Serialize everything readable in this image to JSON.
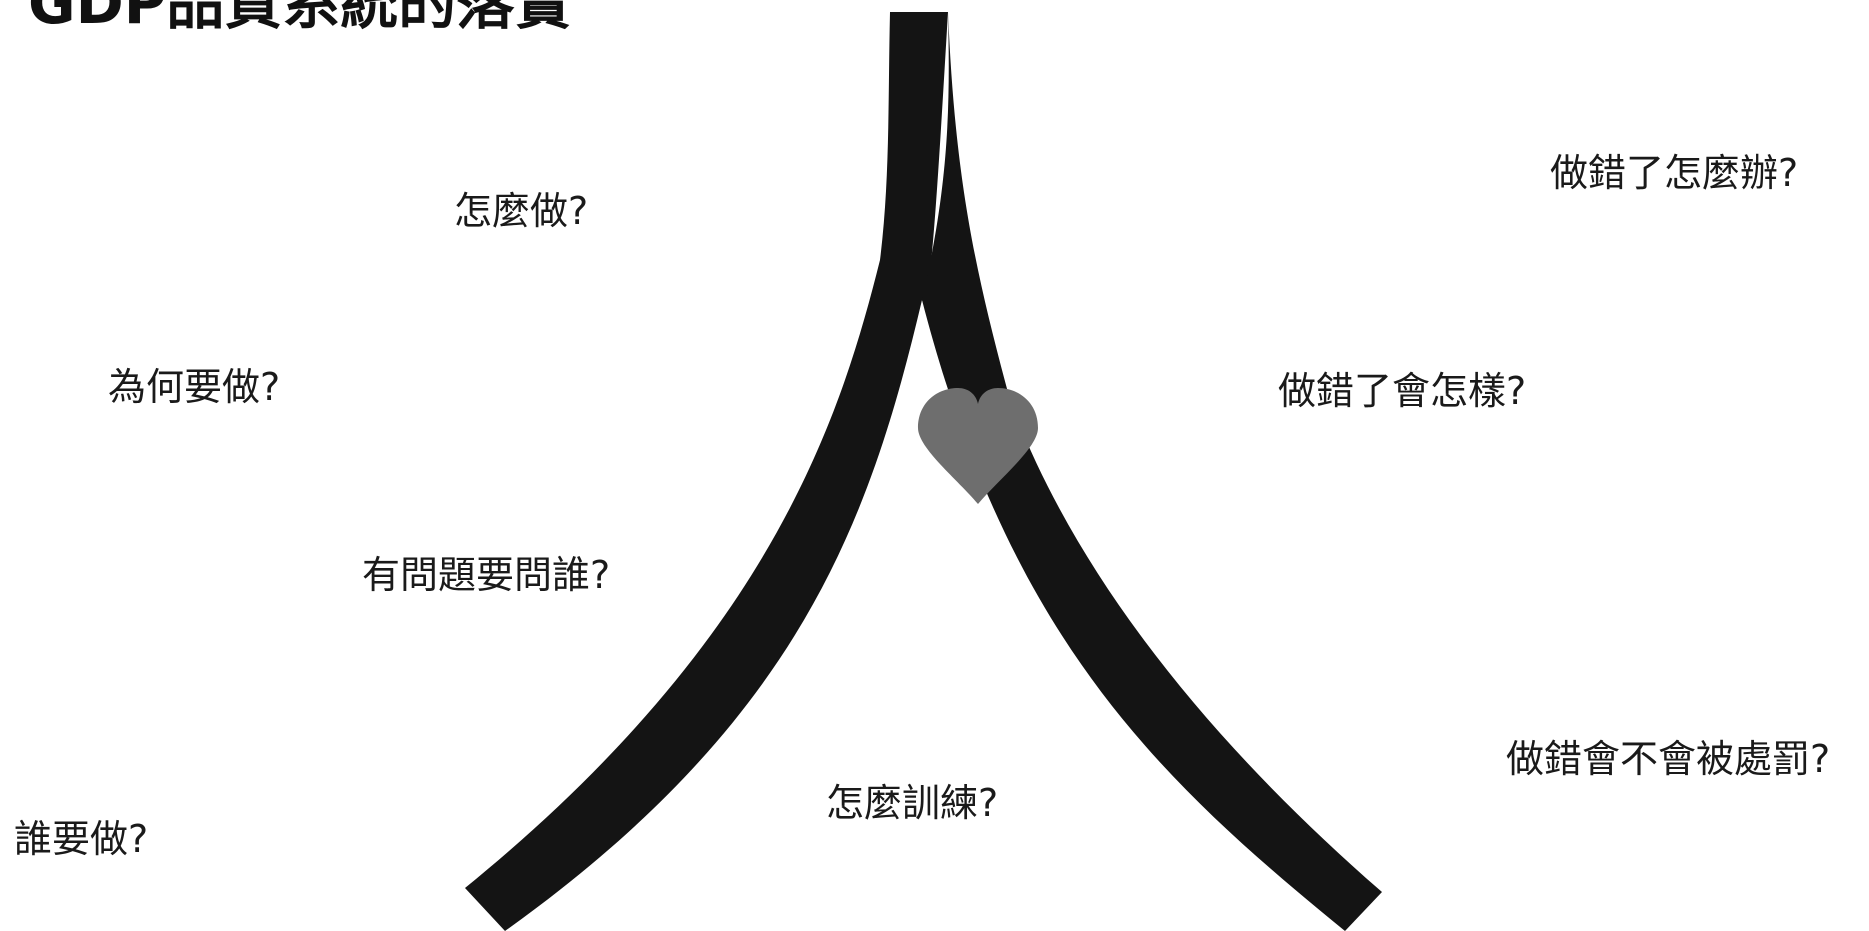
{
  "title": "GDP品質系統的落實",
  "questions": {
    "how": "怎麼做?",
    "why": "為何要做?",
    "ask": "有問題要問誰?",
    "who": "誰要做?",
    "train": "怎麼訓練?",
    "fix": "做錯了怎麼辦?",
    "result": "做錯了會怎樣?",
    "punish": "做錯會不會被處罰?"
  },
  "colors": {
    "figure": "#141414",
    "heart": "#6e6e6e",
    "text": "#1a1a1a"
  },
  "icons": {
    "figure": "person-figure-icon",
    "heart": "heart-icon"
  }
}
